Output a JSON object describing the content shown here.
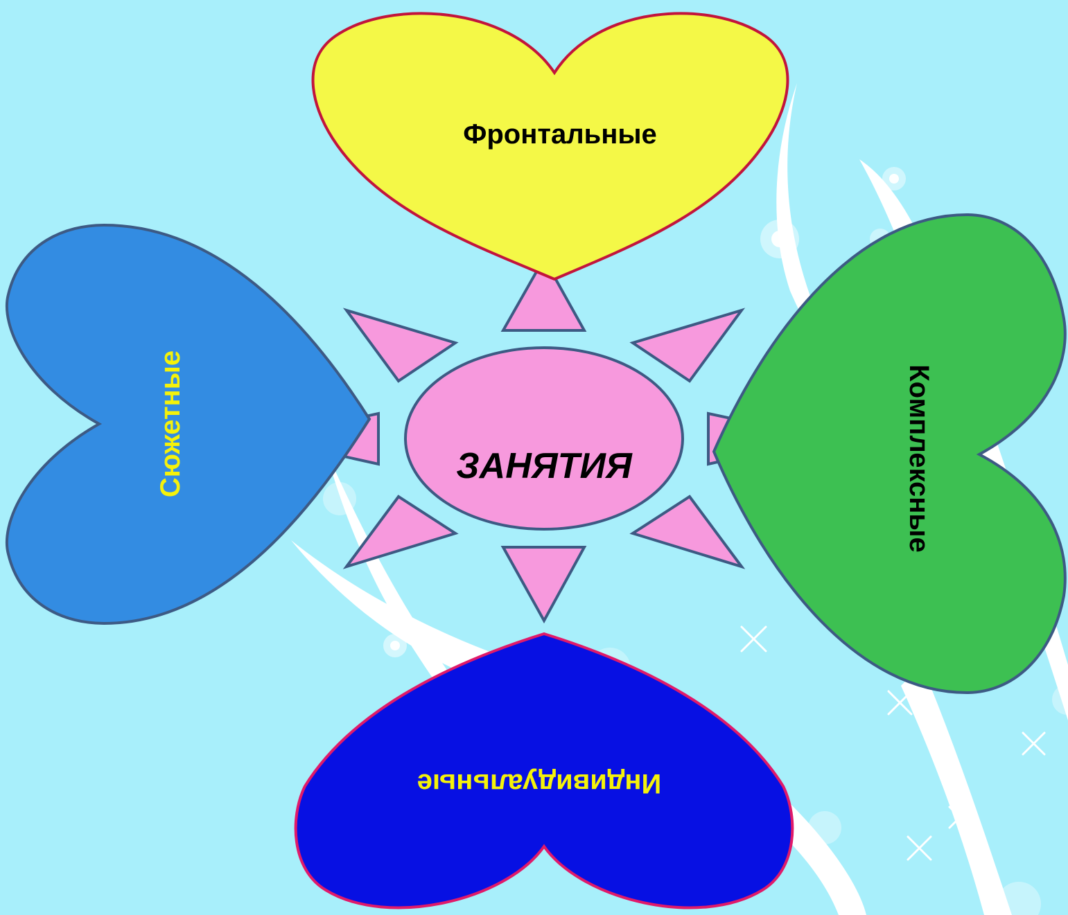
{
  "center": {
    "label": "ЗАНЯТИЯ",
    "fill": "#f799dd"
  },
  "petals": {
    "top": {
      "label": "Фронтальные",
      "fill": "#f4f847",
      "stroke": "#c2143c",
      "text_color": "#000000"
    },
    "left": {
      "label": "Сюжетные",
      "fill": "#338ce2",
      "stroke": "#3d5a84",
      "text_color": "#f5f20a"
    },
    "right": {
      "label": "Комплексные",
      "fill": "#3dc052",
      "stroke": "#3d5a84",
      "text_color": "#000000"
    },
    "bottom": {
      "label": "Индивидуальные",
      "fill": "#0710e3",
      "stroke": "#e01a6a",
      "text_color": "#f5f20a"
    }
  },
  "colors": {
    "background": "#a8effb",
    "ray_fill": "#f799dd",
    "ray_stroke": "#3d5a84"
  }
}
